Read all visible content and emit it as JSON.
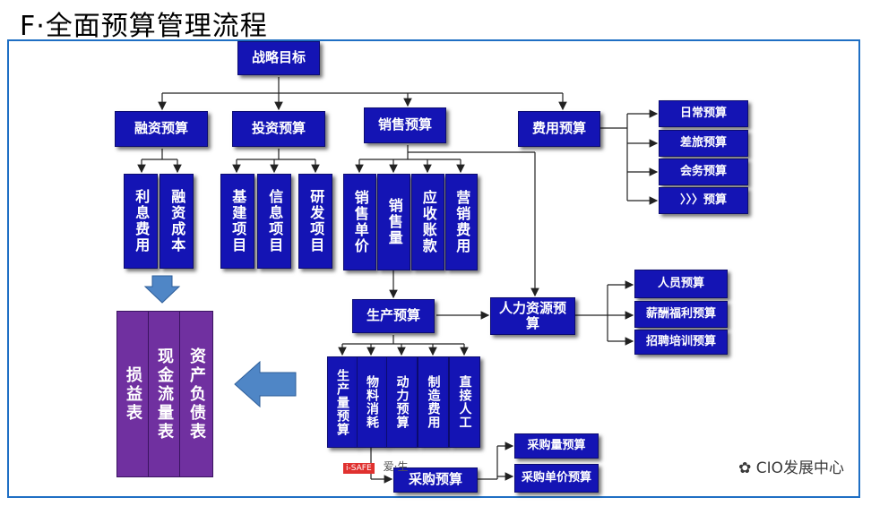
{
  "title": "F·全面预算管理流程",
  "nodes": {
    "strategy": "战略目标",
    "financing": "融资预算",
    "investment": "投资预算",
    "sales": "销售预算",
    "expense": "费用预算",
    "interest_expense": "利息费用",
    "financing_cost": "融资成本",
    "infrastructure_project": "基建项目",
    "info_project": "信息项目",
    "rd_project": "研发项目",
    "sales_unit_price": "销售单价",
    "sales_volume": "销售量",
    "receivables": "应收账款",
    "marketing_expense": "营销费用",
    "daily_budget": "日常预算",
    "travel_budget": "差旅预算",
    "meeting_budget": "会务预算",
    "other_budget": "〉〉〉预算",
    "production": "生产预算",
    "hr": "人力资源预算",
    "staff_budget": "人员预算",
    "salary_welfare_budget": "薪酬福利预算",
    "recruit_training_budget": "招聘培训预算",
    "production_volume": "生产量预算",
    "material_consumption": "物料消耗",
    "power_budget": "动力预算",
    "manufacturing_expense": "制造费用",
    "direct_labor": "直接人工",
    "procurement": "采购预算",
    "purchase_volume": "采购量预算",
    "purchase_unit_price": "采购单价预算",
    "income_statement": "损益表",
    "cash_flow_statement": "现金流量表",
    "balance_sheet": "资产负债表"
  },
  "watermark": "CIO发展中心",
  "logo_text": "i-SAFE",
  "logo_tagline": "爱·生",
  "colors": {
    "box": "#1414b4",
    "statement": "#7030a0",
    "arrow": "#4f86c6",
    "frame": "#1f6fc4"
  }
}
